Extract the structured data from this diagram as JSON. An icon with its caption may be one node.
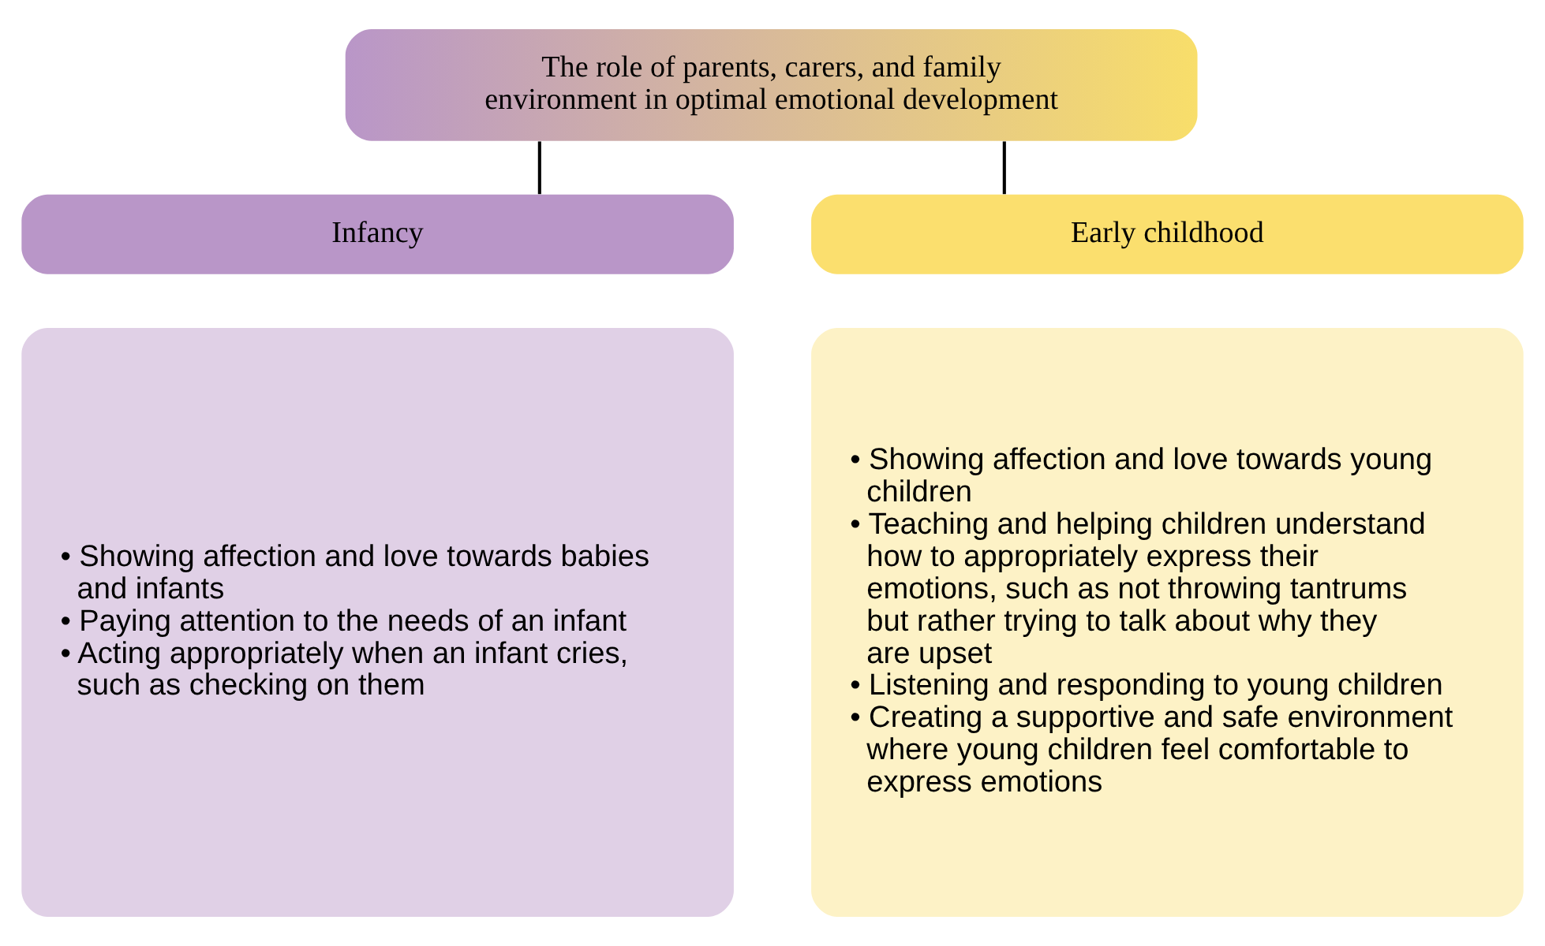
{
  "diagram": {
    "nodes": [
      {
        "text": [
          "The role of parents, carers, and family environment in optimal emotional development"
        ]
      },
      {
        "text": [
          "Infancy"
        ]
      },
      {
        "text": [
          "Early childhood"
        ]
      },
      {
        "text": [
          "• Showing affection and love towards babies and infants",
          "• Paying attention to the needs of an infant",
          "• Acting appropriately when an infant cries, such as checking on them"
        ]
      },
      {
        "text": [
          "• Showing affection and love towards young children",
          "• Teaching and helping children understand how to appropriately express their emotions, such as not throwing tantrums but rather trying to talk about why they are upset",
          "• Listening and responding to young children",
          "• Creating a supportive and safe environment where young children feel comfortable to express emotions"
        ]
      }
    ],
    "edges": [
      {
        "from": 0,
        "to": 1,
        "arrow": "none"
      },
      {
        "from": 0,
        "to": 2,
        "arrow": "none"
      }
    ]
  }
}
